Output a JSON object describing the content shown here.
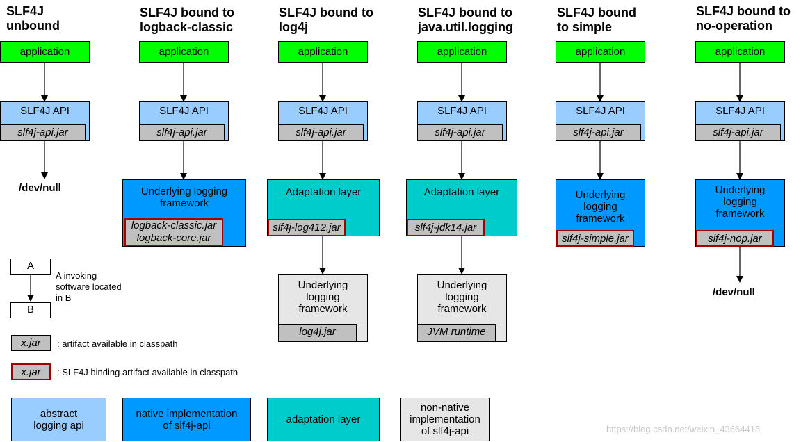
{
  "columns": [
    {
      "title": "SLF4J\nunbound",
      "app": "application",
      "api": "SLF4J API",
      "api_jar": "slf4j-api.jar",
      "terminal": "/dev/null"
    },
    {
      "title": "SLF4J bound to\nlogback-classic",
      "app": "application",
      "api": "SLF4J API",
      "api_jar": "slf4j-api.jar",
      "framework": "Underlying logging\nframework",
      "framework_jar": "logback-classic.jar\nlogback-core.jar"
    },
    {
      "title": "SLF4J bound to\nlog4j",
      "app": "application",
      "api": "SLF4J API",
      "api_jar": "slf4j-api.jar",
      "adaptation": "Adaptation layer",
      "adaptation_jar": "slf4j-log412.jar",
      "underlying": "Underlying\nlogging\nframework",
      "underlying_jar": "log4j.jar"
    },
    {
      "title": "SLF4J bound to\njava.util.logging",
      "app": "application",
      "api": "SLF4J API",
      "api_jar": "slf4j-api.jar",
      "adaptation": "Adaptation layer",
      "adaptation_jar": "slf4j-jdk14.jar",
      "underlying": "Underlying\nlogging\nframework",
      "underlying_jar": "JVM runtime"
    },
    {
      "title": "SLF4J bound\nto simple",
      "app": "application",
      "api": "SLF4J API",
      "api_jar": "slf4j-api.jar",
      "framework": "Underlying\nlogging\nframework",
      "framework_jar": "slf4j-simple.jar"
    },
    {
      "title": "SLF4J bound to\nno-operation",
      "app": "application",
      "api": "SLF4J API",
      "api_jar": "slf4j-api.jar",
      "framework": "Underlying\nlogging\nframework",
      "framework_jar": "slf4j-nop.jar",
      "terminal": "/dev/null"
    }
  ],
  "legend": {
    "a": "A",
    "b": "B",
    "invoke_desc": "A invoking\nsoftware located\nin B",
    "jar": "x.jar",
    "jar_desc": ": artifact available in classpath",
    "binding_jar": "x.jar",
    "binding_jar_desc": ": SLF4J binding artifact available in classpath"
  },
  "key": {
    "abstract": "abstract\nlogging api",
    "native": "native implementation\nof slf4j-api",
    "adaptation": "adaptation layer",
    "nonnative": "non-native\nimplementation\nof slf4j-api"
  },
  "watermark": "https://blog.csdn.net/weixin_43664418",
  "colors": {
    "application": "#00ff00",
    "abstract_api": "#99ccff",
    "native_impl": "#0099ff",
    "adaptation_layer": "#00cccc",
    "non_native_impl": "#e6e6e6",
    "jar_artifact": "#c0c0c0",
    "binding_border": "#a00000"
  }
}
